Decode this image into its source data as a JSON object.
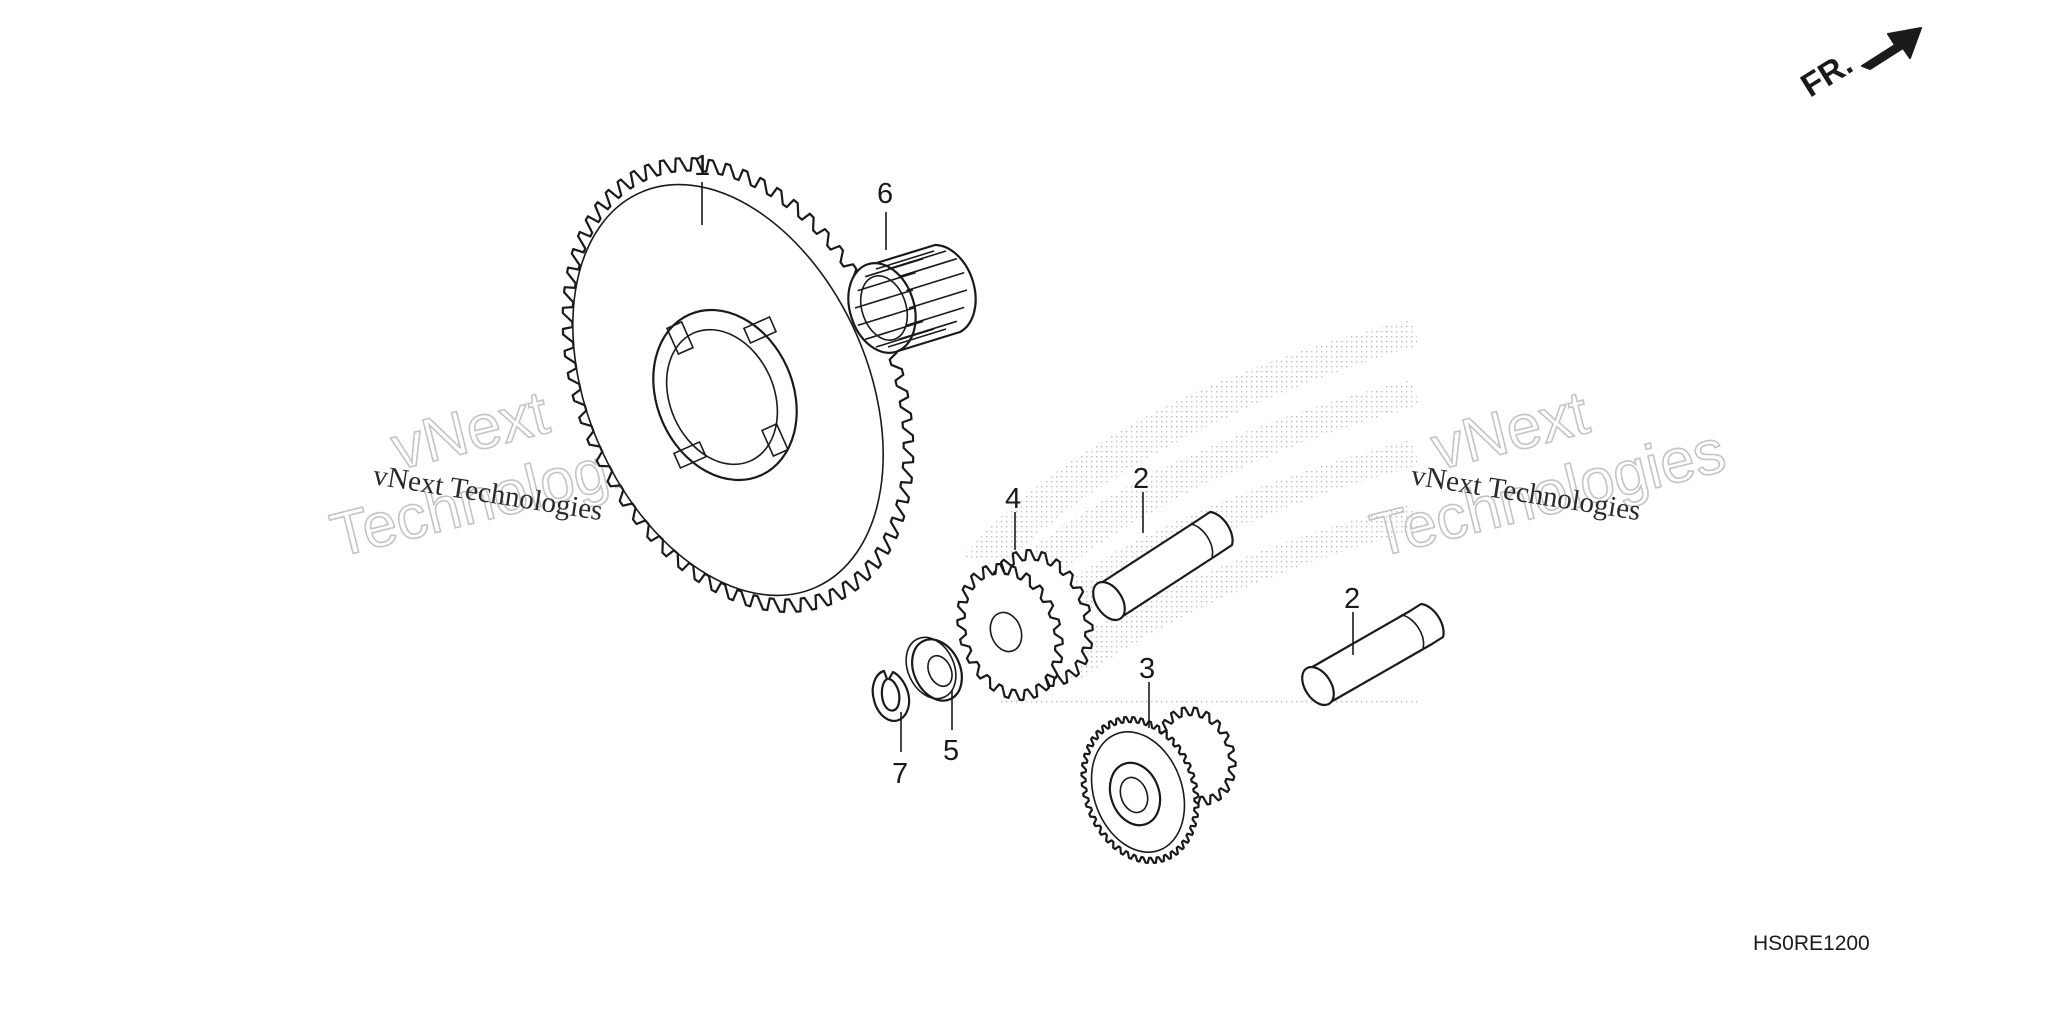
{
  "diagram": {
    "callouts": [
      {
        "id": "callout-1-gear",
        "label": "1"
      },
      {
        "id": "callout-6-bearing",
        "label": "6"
      },
      {
        "id": "callout-4-gear",
        "label": "4"
      },
      {
        "id": "callout-2-pin-upper",
        "label": "2"
      },
      {
        "id": "callout-2-pin-lower",
        "label": "2"
      },
      {
        "id": "callout-3-gear",
        "label": "3"
      },
      {
        "id": "callout-5-washer",
        "label": "5"
      },
      {
        "id": "callout-7-clip",
        "label": "7"
      }
    ],
    "direction_label": "FR.",
    "diagram_code": "HS0RE1200"
  },
  "watermark": {
    "text_small": "vNext Technologies",
    "text_big_line1": "vNext",
    "text_big_line2": "Technologies"
  }
}
